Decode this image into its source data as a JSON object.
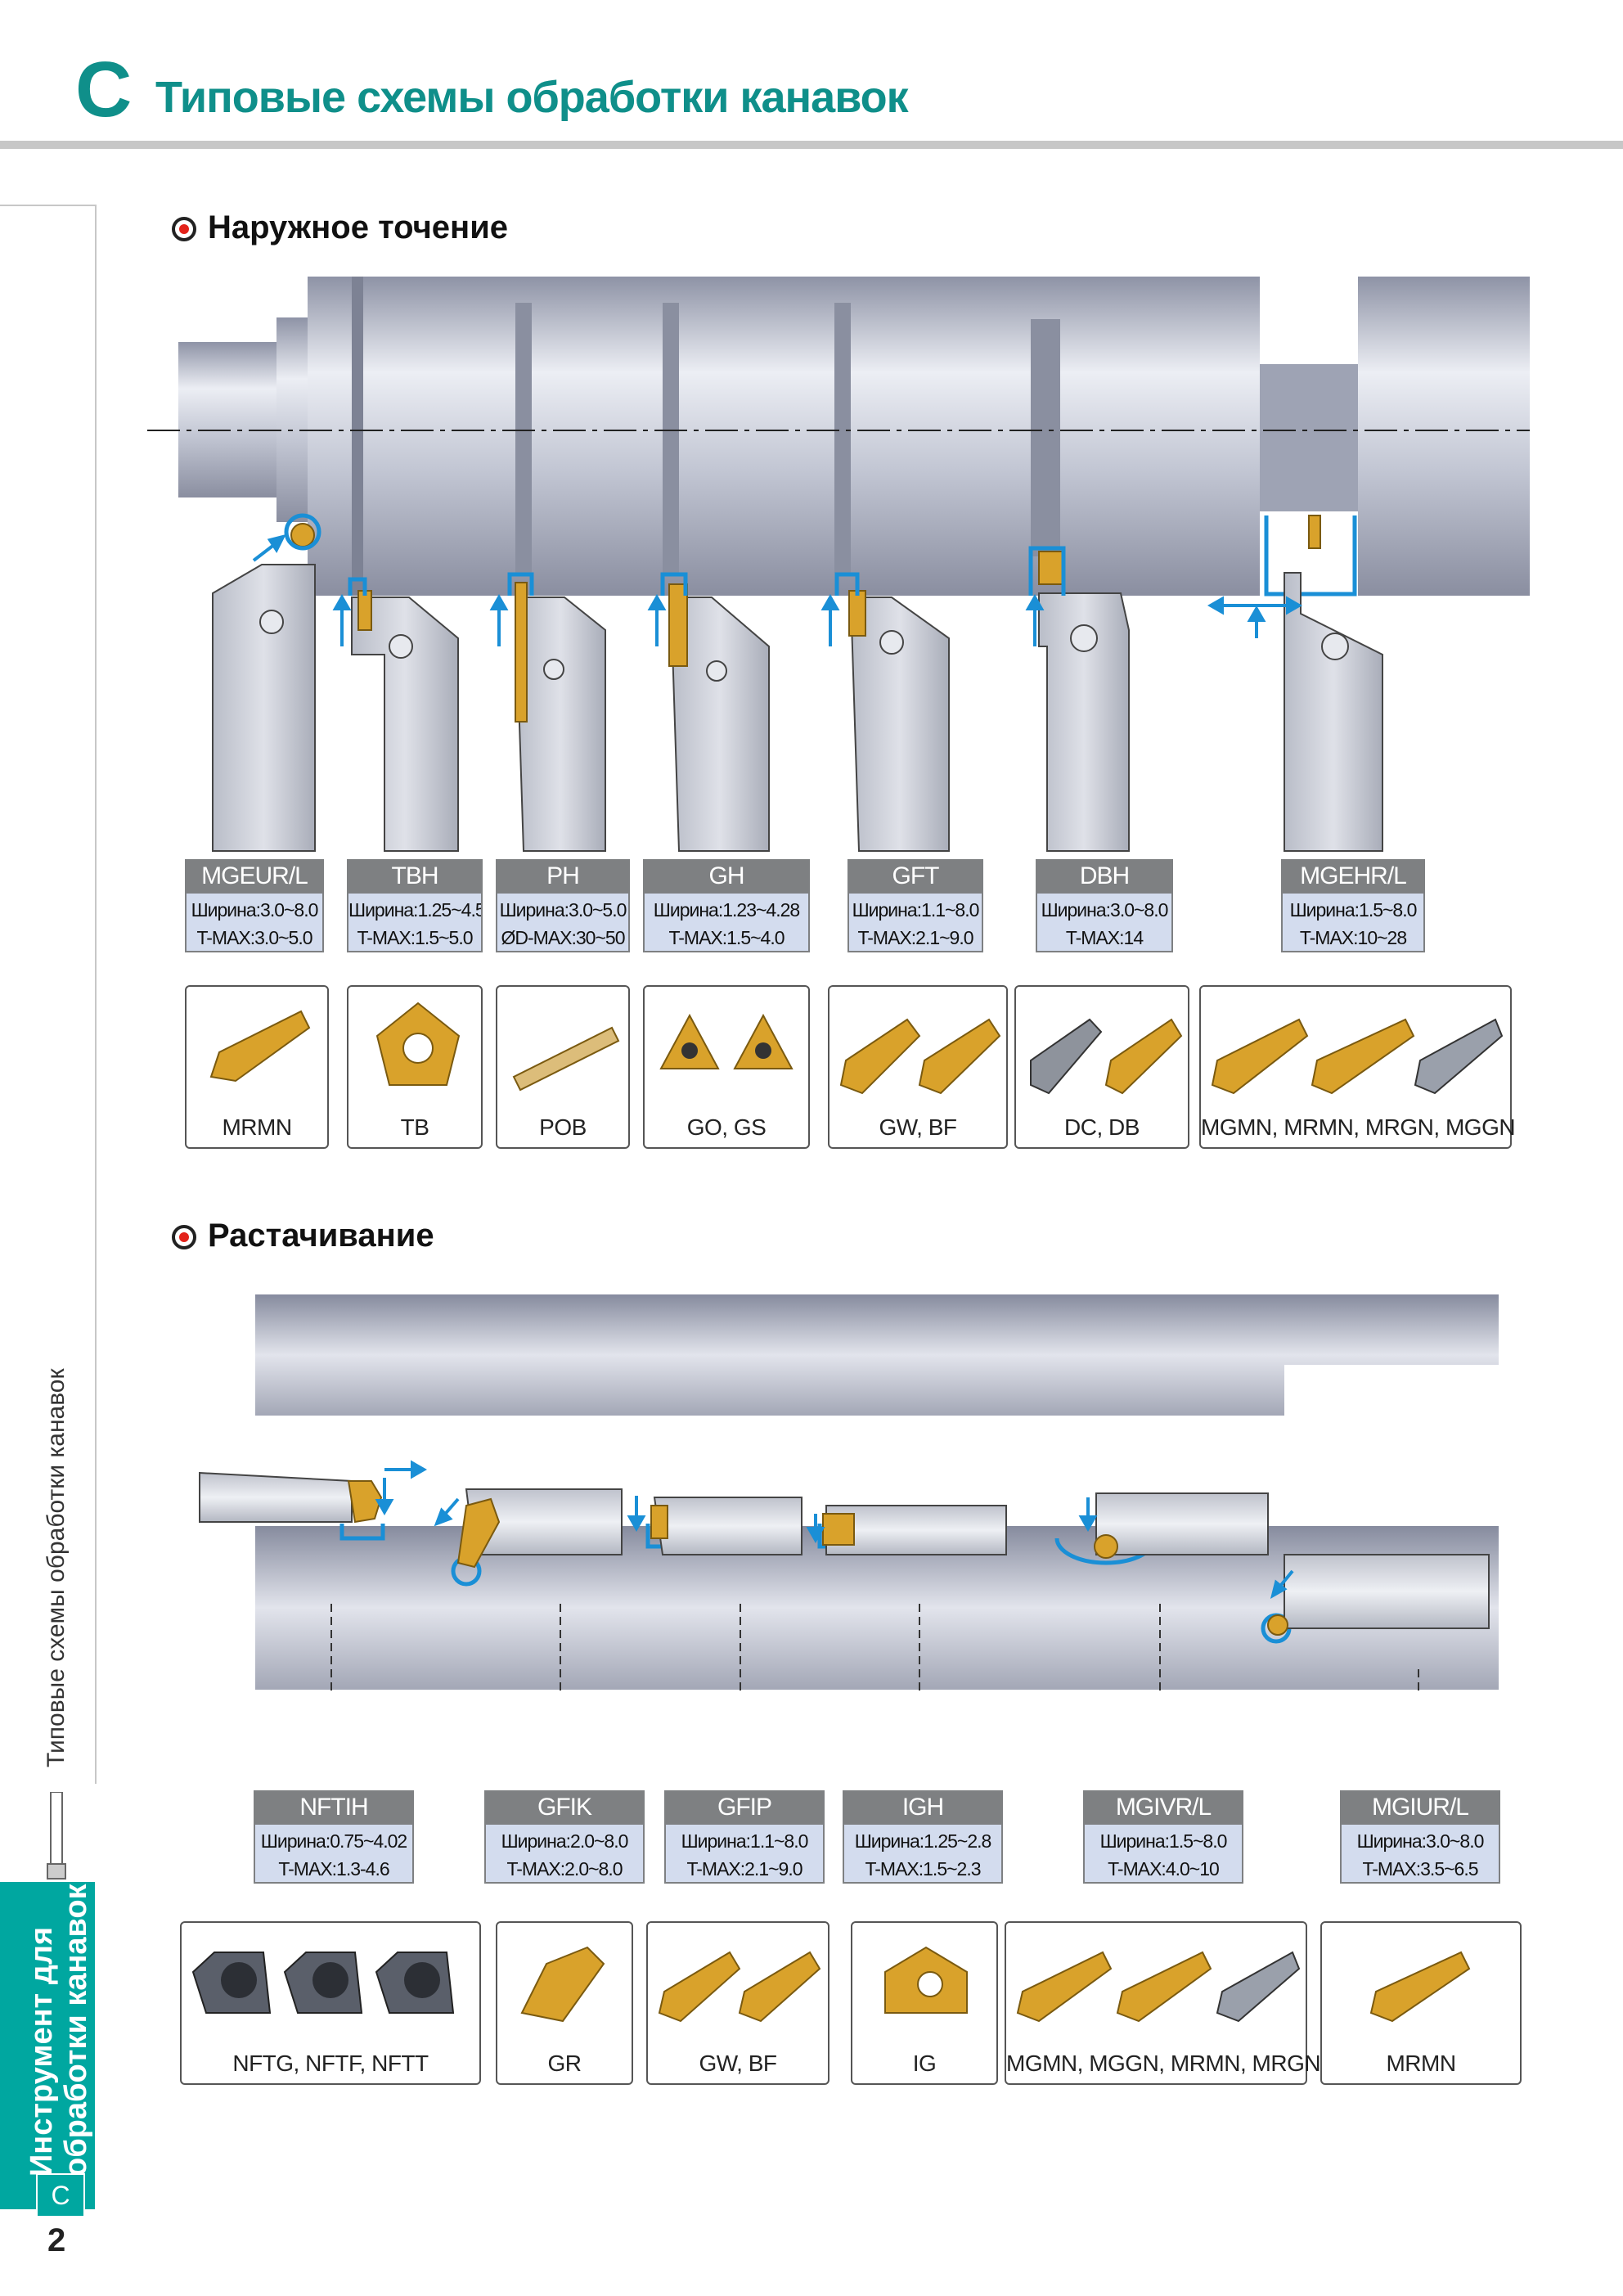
{
  "header": {
    "letter": "C",
    "title": "Типовые схемы обработки канавок"
  },
  "side": {
    "label": "Типовые схемы обработки канавок",
    "tab_line1": "Инструмент для",
    "tab_line2": "обработки канавок",
    "tab_letter": "C",
    "page_number": "2"
  },
  "sections": {
    "external": "Наружное точение",
    "boring": "Растачивание"
  },
  "external_specs": [
    {
      "name": "MGEUR/L",
      "width": "Ширина:3.0~8.0",
      "tmax": "T-MAX:3.0~5.0"
    },
    {
      "name": "TBH",
      "width": "Ширина:1.25~4.5",
      "tmax": "T-MAX:1.5~5.0"
    },
    {
      "name": "PH",
      "width": "Ширина:3.0~5.0",
      "tmax": "ØD-MAX:30~50"
    },
    {
      "name": "GH",
      "width": "Ширина:1.23~4.28",
      "tmax": "T-MAX:1.5~4.0"
    },
    {
      "name": "GFT",
      "width": "Ширина:1.1~8.0",
      "tmax": "T-MAX:2.1~9.0"
    },
    {
      "name": "DBH",
      "width": "Ширина:3.0~8.0",
      "tmax": "T-MAX:14"
    },
    {
      "name": "MGEHR/L",
      "width": "Ширина:1.5~8.0",
      "tmax": "T-MAX:10~28"
    }
  ],
  "external_inserts": [
    "MRMN",
    "TB",
    "POB",
    "GO, GS",
    "GW, BF",
    "DC, DB",
    "MGMN, MRMN, MRGN, MGGN"
  ],
  "boring_specs": [
    {
      "name": "NFTIH",
      "width": "Ширина:0.75~4.02",
      "tmax": "T-MAX:1.3-4.6"
    },
    {
      "name": "GFIK",
      "width": "Ширина:2.0~8.0",
      "tmax": "T-MAX:2.0~8.0"
    },
    {
      "name": "GFIP",
      "width": "Ширина:1.1~8.0",
      "tmax": "T-MAX:2.1~9.0"
    },
    {
      "name": "IGH",
      "width": "Ширина:1.25~2.8",
      "tmax": "T-MAX:1.5~2.3"
    },
    {
      "name": "MGIVR/L",
      "width": "Ширина:1.5~8.0",
      "tmax": "T-MAX:4.0~10"
    },
    {
      "name": "MGIUR/L",
      "width": "Ширина:3.0~8.0",
      "tmax": "T-MAX:3.5~6.5"
    }
  ],
  "boring_inserts": [
    "NFTG, NFTF, NFTT",
    "GR",
    "GW, BF",
    "IG",
    "MGMN, MGGN, MRMN, MRGN",
    "MRMN"
  ],
  "colors": {
    "accent": "#0f8f8a",
    "tab": "#00a7a0",
    "spec_head": "#7e8082",
    "spec_body": "#d3dcee",
    "insert_gold": "#d9a22b",
    "arrow_blue": "#1a8fd6"
  }
}
